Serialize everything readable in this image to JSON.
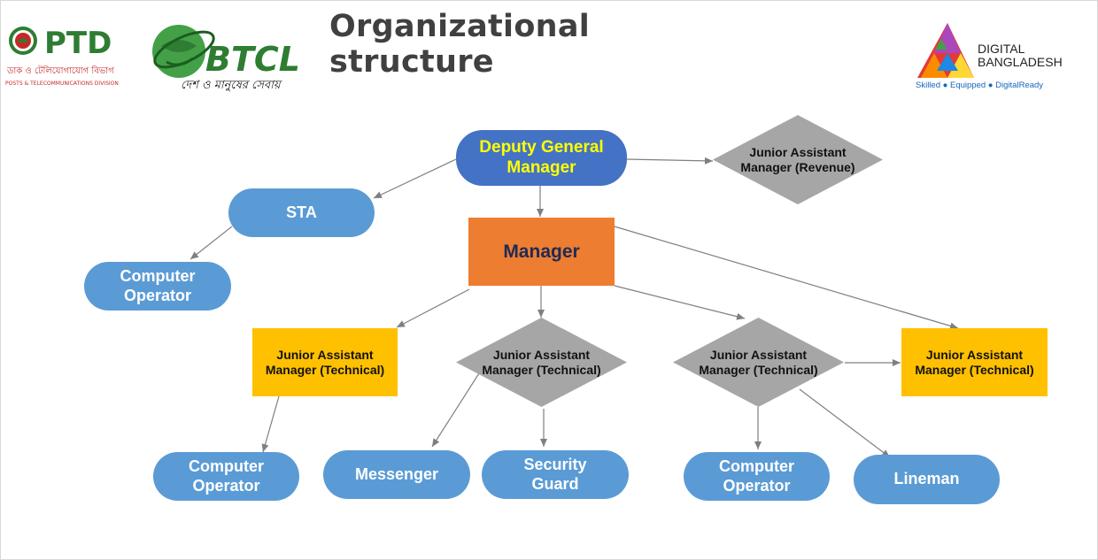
{
  "slide": {
    "title": "Organizational structure"
  },
  "logos": {
    "ptd": {
      "text": "PTD",
      "bangla": "ডাক ও টেলিযোগাযোগ বিভাগ",
      "subtitle": "POSTS & TELECOMMUNICATIONS DIVISION"
    },
    "btcl": {
      "text": "BTCL",
      "tagline": "দেশ ও মানুষের সেবায়"
    },
    "digital_bangladesh": {
      "line1": "DIGITAL",
      "line2": "BANGLADESH",
      "tagline": "Skilled ● Equipped ● DigitalReady"
    }
  },
  "nodes": {
    "dgm": "Deputy General\nManager",
    "jam_revenue": "Junior Assistant\nManager (Revenue)",
    "sta": "STA",
    "manager": "Manager",
    "co_left": "Computer\nOperator",
    "jam_tech_1": "Junior Assistant\nManager (Technical)",
    "jam_tech_2": "Junior Assistant\nManager (Technical)",
    "jam_tech_3": "Junior Assistant\nManager (Technical)",
    "jam_tech_4": "Junior Assistant\nManager (Technical)",
    "co_bottom_1": "Computer\nOperator",
    "messenger": "Messenger",
    "security_guard": "Security\nGuard",
    "co_bottom_2": "Computer\nOperator",
    "lineman": "Lineman"
  },
  "colors": {
    "pill": "#5b9bd5",
    "pill_dark": "#4472c4",
    "orange": "#ed7d31",
    "yellow": "#ffc000",
    "diamond": "#a6a6a6",
    "edge": "#7f7f7f"
  }
}
